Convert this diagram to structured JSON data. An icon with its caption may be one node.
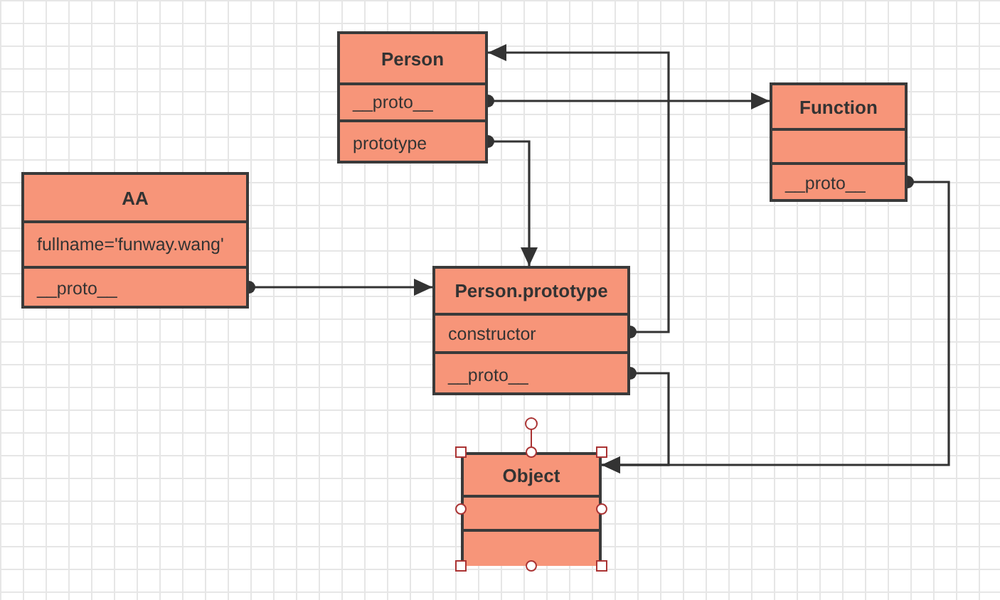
{
  "diagram": {
    "nodes": [
      {
        "text": [
          "Person"
        ]
      },
      {
        "text": [
          "__proto__"
        ],
        "in": 0
      },
      {
        "text": [
          "prototype"
        ],
        "in": 0
      },
      {
        "text": [
          "Function"
        ]
      },
      {
        "text": [],
        "shape": "box",
        "in": 3
      },
      {
        "text": [
          "__proto__"
        ],
        "in": 3
      },
      {
        "text": [
          "AA"
        ]
      },
      {
        "text": [
          "fullname='funway.wang'"
        ],
        "in": 6
      },
      {
        "text": [
          "__proto__"
        ],
        "in": 6
      },
      {
        "text": [
          "Person.prototype"
        ]
      },
      {
        "text": [
          "constructor"
        ],
        "in": 9
      },
      {
        "text": [
          "__proto__"
        ],
        "in": 9
      },
      {
        "text": [
          "Object"
        ]
      },
      {
        "text": [],
        "shape": "box",
        "in": 12
      },
      {
        "text": [],
        "shape": "box",
        "in": 12
      }
    ],
    "edges": [
      {
        "from": 1,
        "to": 3,
        "arrow": "to"
      },
      {
        "from": 2,
        "to": 9,
        "arrow": "to"
      },
      {
        "from": 8,
        "to": 9,
        "arrow": "to"
      },
      {
        "from": 10,
        "to": 0,
        "arrow": "to"
      },
      {
        "from": 11,
        "to": 12,
        "arrow": "to"
      },
      {
        "from": 5,
        "to": 12,
        "arrow": "to"
      }
    ]
  }
}
